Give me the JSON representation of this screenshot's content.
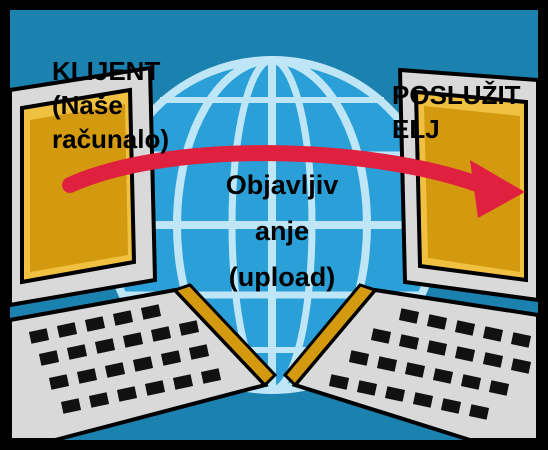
{
  "labels": {
    "client": "KLIJENT\n(Naše\nračunalo)",
    "server": "POSLUŽIT\nELJ",
    "upload": "Objavljiv\nanje\n(upload)"
  },
  "colors": {
    "frame": "#000000",
    "sky": "#1b82b0",
    "globe_fill": "#2a9fd8",
    "globe_lines": "#bfe6f7",
    "computer_body": "#d9d9d9",
    "screen": "#d39a10",
    "arrow": "#e0203f",
    "keys": "#111111"
  }
}
